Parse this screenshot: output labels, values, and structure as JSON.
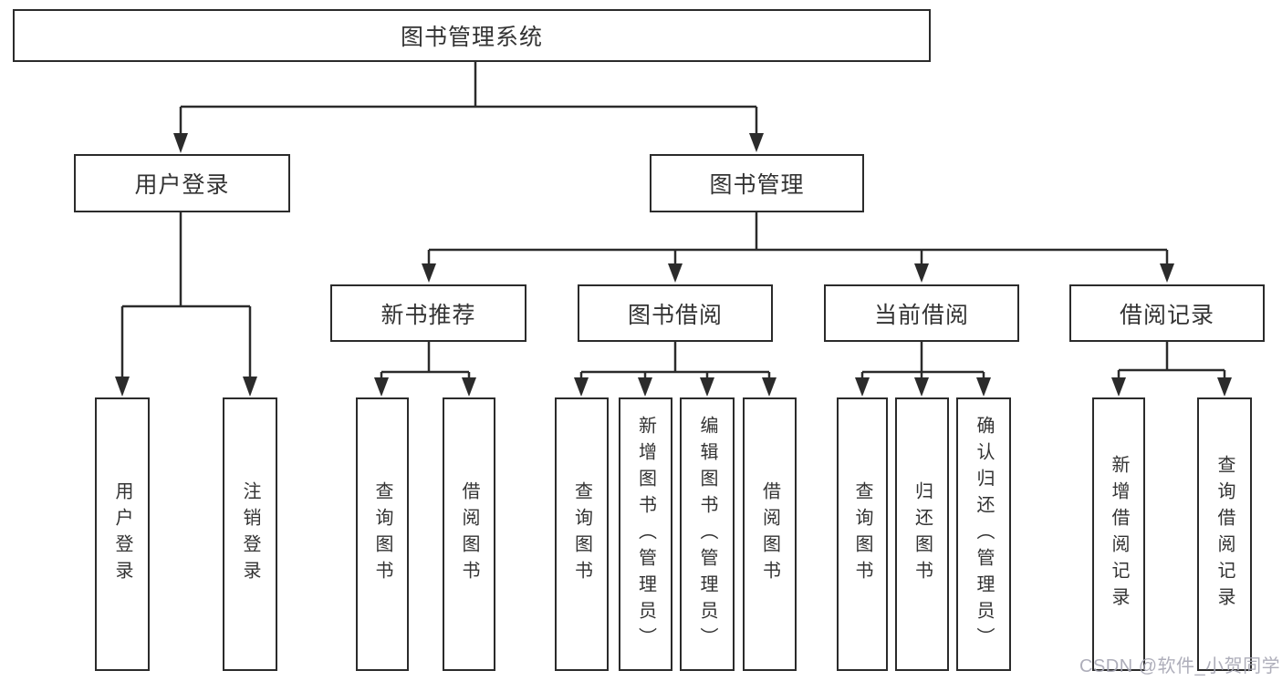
{
  "diagram": {
    "title": "图书管理系统",
    "level2": {
      "user_login": "用户登录",
      "book_mgmt": "图书管理"
    },
    "level3": {
      "new_books": "新书推荐",
      "book_borrow": "图书借阅",
      "current_borrow": "当前借阅",
      "borrow_records": "借阅记录"
    },
    "leaves": {
      "user_login": "用户登录",
      "logout": "注销登录",
      "nb_query": "查询图书",
      "nb_borrow": "借阅图书",
      "bb_query": "查询图书",
      "bb_add": "新增图书（管理员）",
      "bb_edit": "编辑图书（管理员）",
      "bb_borrow": "借阅图书",
      "cb_query": "查询图书",
      "cb_return": "归还图书",
      "cb_confirm": "确认归还（管理员）",
      "br_add": "新增借阅记录",
      "br_query": "查询借阅记录"
    }
  },
  "watermark": "CSDN @软件_小贺同学",
  "colors": {
    "line": "#2b2b2b",
    "text": "#333333",
    "watermark": "#a6a6b3",
    "background": "#ffffff"
  }
}
